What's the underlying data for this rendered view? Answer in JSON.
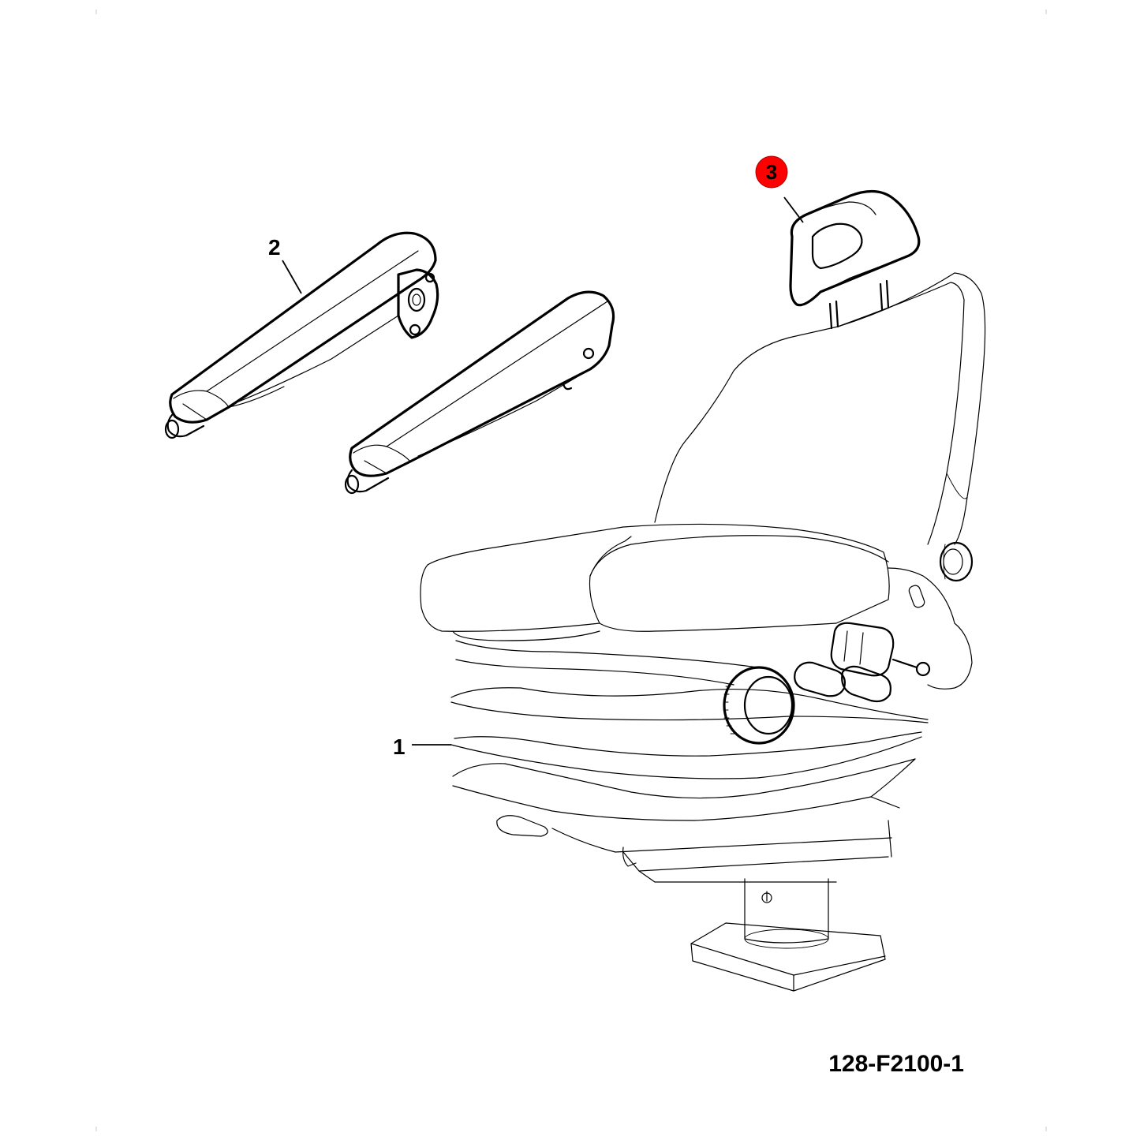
{
  "callouts": [
    {
      "id": "1",
      "text": "1",
      "highlighted": false
    },
    {
      "id": "2",
      "text": "2",
      "highlighted": false
    },
    {
      "id": "3",
      "text": "3",
      "highlighted": true
    }
  ],
  "reference_code": "128-F2100-1",
  "colors": {
    "highlight": "#ff0000",
    "line": "#000000",
    "background": "#ffffff"
  }
}
